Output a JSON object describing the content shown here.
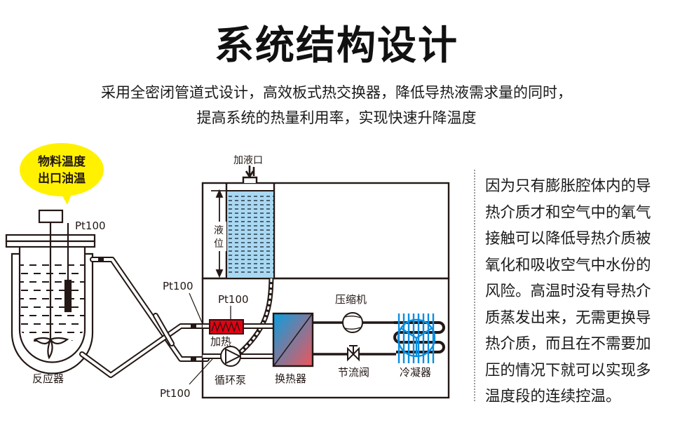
{
  "title": "系统结构设计",
  "subtitle_lines": [
    "采用全密闭管道式设计，高效板式热交换器，降低导热液需求量的同时，",
    "提高系统的热量利用率，实现快速升降温度"
  ],
  "diagram": {
    "bubble": {
      "line1": "物料温度",
      "line2": "出口油温",
      "color": "#fff100"
    },
    "reactor_label": "反应器",
    "sensor_labels": {
      "reactor_probe": "Pt100",
      "upper_inlet": "Pt100",
      "heater": "Pt100",
      "lower_outlet": "Pt100"
    },
    "fill_port_label": "加液口",
    "level_label": "液位",
    "heater_label": "加热",
    "pump_label": "循环泵",
    "heat_exchanger_label": "换热器",
    "compressor_label": "压缩机",
    "throttle_valve_label": "节流阀",
    "condenser_label": "冷凝器",
    "colors": {
      "tank_liquid": "#a9d8f2",
      "heater": "#e50012",
      "exchanger_top": "#0a9ee0",
      "exchanger_bottom": "#f0555a",
      "condenser_fan": "#0a8ee0"
    }
  },
  "side_text_lines": [
    "因为只有膨胀腔体内的导",
    "热介质才和空气中的氧气",
    "接触可以降低导热介质被",
    "氧化和吸收空气中水份的",
    "风险。高温时没有导热介",
    "质蒸发出来，无需更换导",
    "热介质，而且在不需要加",
    "压的情况下就可以实现多",
    "温度段的连续控温。"
  ]
}
